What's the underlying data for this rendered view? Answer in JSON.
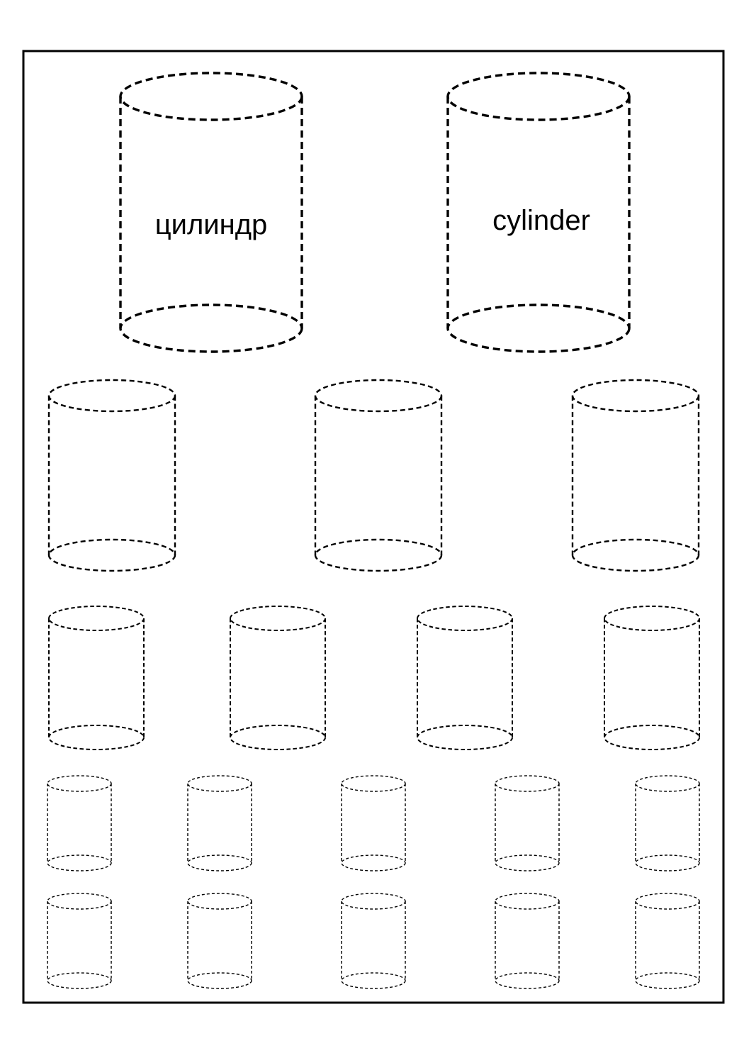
{
  "labels": {
    "russian": "цилиндр",
    "english": "cylinder"
  },
  "colors": {
    "ink": "#000000",
    "paper": "#ffffff"
  },
  "rows": [
    {
      "name": "large",
      "count": 2
    },
    {
      "name": "medium",
      "count": 3
    },
    {
      "name": "medium-small",
      "count": 4
    },
    {
      "name": "small-1",
      "count": 5
    },
    {
      "name": "small-2",
      "count": 5
    }
  ]
}
